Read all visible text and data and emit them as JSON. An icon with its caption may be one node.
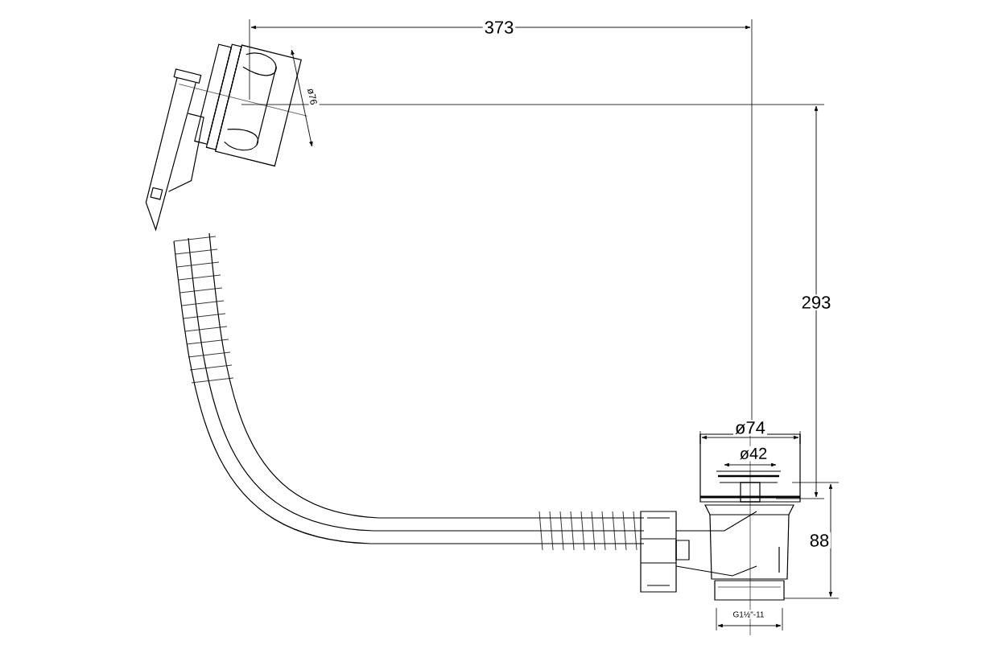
{
  "diagram": {
    "labels": [
      "373",
      "ø76",
      "293",
      "ø74",
      "ø42",
      "88",
      "G1½\"-11"
    ]
  }
}
